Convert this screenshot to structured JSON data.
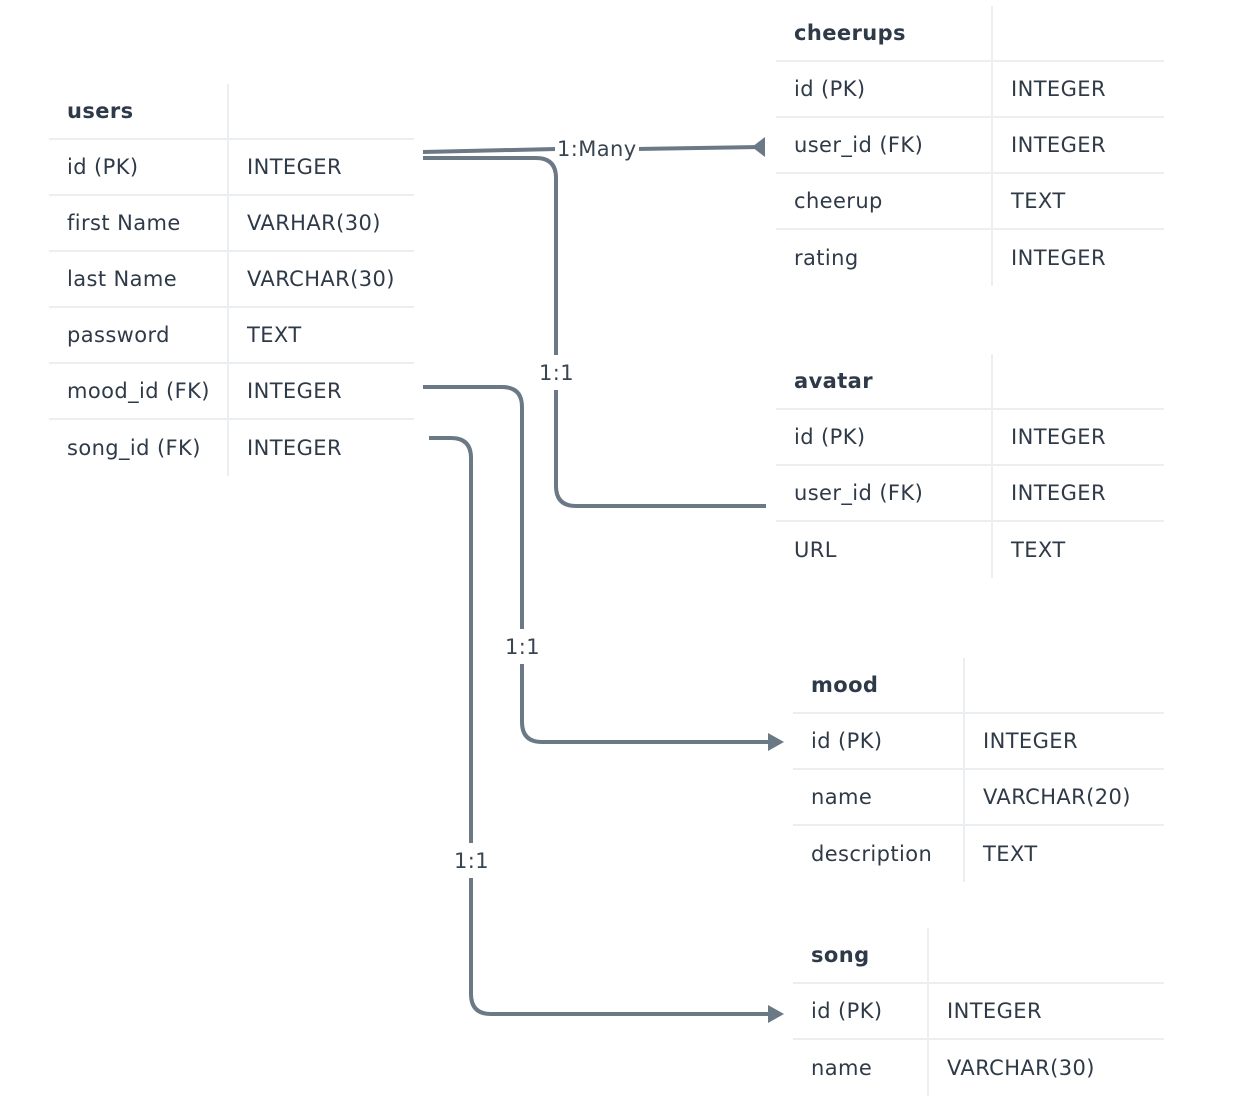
{
  "tables": {
    "users": {
      "title": "users",
      "rows": [
        {
          "field": "id (PK)",
          "type": "INTEGER"
        },
        {
          "field": "first Name",
          "type": "VARHAR(30)"
        },
        {
          "field": "last Name",
          "type": "VARCHAR(30)"
        },
        {
          "field": "password",
          "type": "TEXT"
        },
        {
          "field": "mood_id (FK)",
          "type": "INTEGER"
        },
        {
          "field": "song_id (FK)",
          "type": "INTEGER"
        }
      ]
    },
    "cheerups": {
      "title": "cheerups",
      "rows": [
        {
          "field": "id (PK)",
          "type": "INTEGER"
        },
        {
          "field": "user_id (FK)",
          "type": "INTEGER"
        },
        {
          "field": "cheerup",
          "type": "TEXT"
        },
        {
          "field": "rating",
          "type": "INTEGER"
        }
      ]
    },
    "avatar": {
      "title": "avatar",
      "rows": [
        {
          "field": "id (PK)",
          "type": "INTEGER"
        },
        {
          "field": "user_id (FK)",
          "type": "INTEGER"
        },
        {
          "field": "URL",
          "type": "TEXT"
        }
      ]
    },
    "mood": {
      "title": "mood",
      "rows": [
        {
          "field": "id (PK)",
          "type": "INTEGER"
        },
        {
          "field": "name",
          "type": "VARCHAR(20)"
        },
        {
          "field": "description",
          "type": "TEXT"
        }
      ]
    },
    "song": {
      "title": "song",
      "rows": [
        {
          "field": "id (PK)",
          "type": "INTEGER"
        },
        {
          "field": "name",
          "type": "VARCHAR(30)"
        }
      ]
    }
  },
  "relationships": {
    "users_cheerups": "1:Many",
    "users_avatar": "1:1",
    "users_mood": "1:1",
    "users_song": "1:1"
  },
  "colors": {
    "line": "#6b7886",
    "grid": "#eceff2",
    "text": "#2f3a48"
  }
}
